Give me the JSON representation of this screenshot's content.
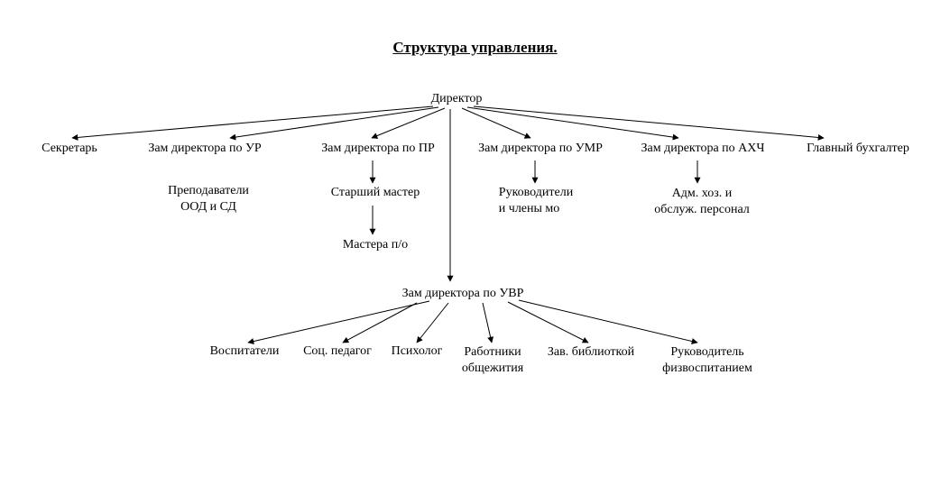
{
  "title": "Структура управления.",
  "director": "Директор",
  "level1": {
    "secretary": "Секретарь",
    "deputy_ur": "Зам директора по УР",
    "deputy_pr": "Зам директора по ПР",
    "deputy_umr": "Зам директора по УМР",
    "deputy_ahch": "Зам директора по АХЧ",
    "chief_accountant": "Главный бухгалтер"
  },
  "level2": {
    "teachers_line1": "Преподаватели",
    "teachers_line2": "ООД и СД",
    "senior_master": "Старший мастер",
    "masters": "Мастера п/о",
    "heads_line1": "Руководители",
    "heads_line2": "и члены мо",
    "admin_line1": "Адм. хоз. и",
    "admin_line2": "обслуж. персонал"
  },
  "deputy_uvr": "Зам директора по УВР",
  "uvr_staff": {
    "educators": "Воспитатели",
    "social_pedagogue": "Соц. педагог",
    "psychologist": "Психолог",
    "dorm_workers_line1": "Работники",
    "dorm_workers_line2": "общежития",
    "library_head": "Зав. библиоткой",
    "pe_head_line1": "Руководитель",
    "pe_head_line2": "физвоспитанием"
  }
}
